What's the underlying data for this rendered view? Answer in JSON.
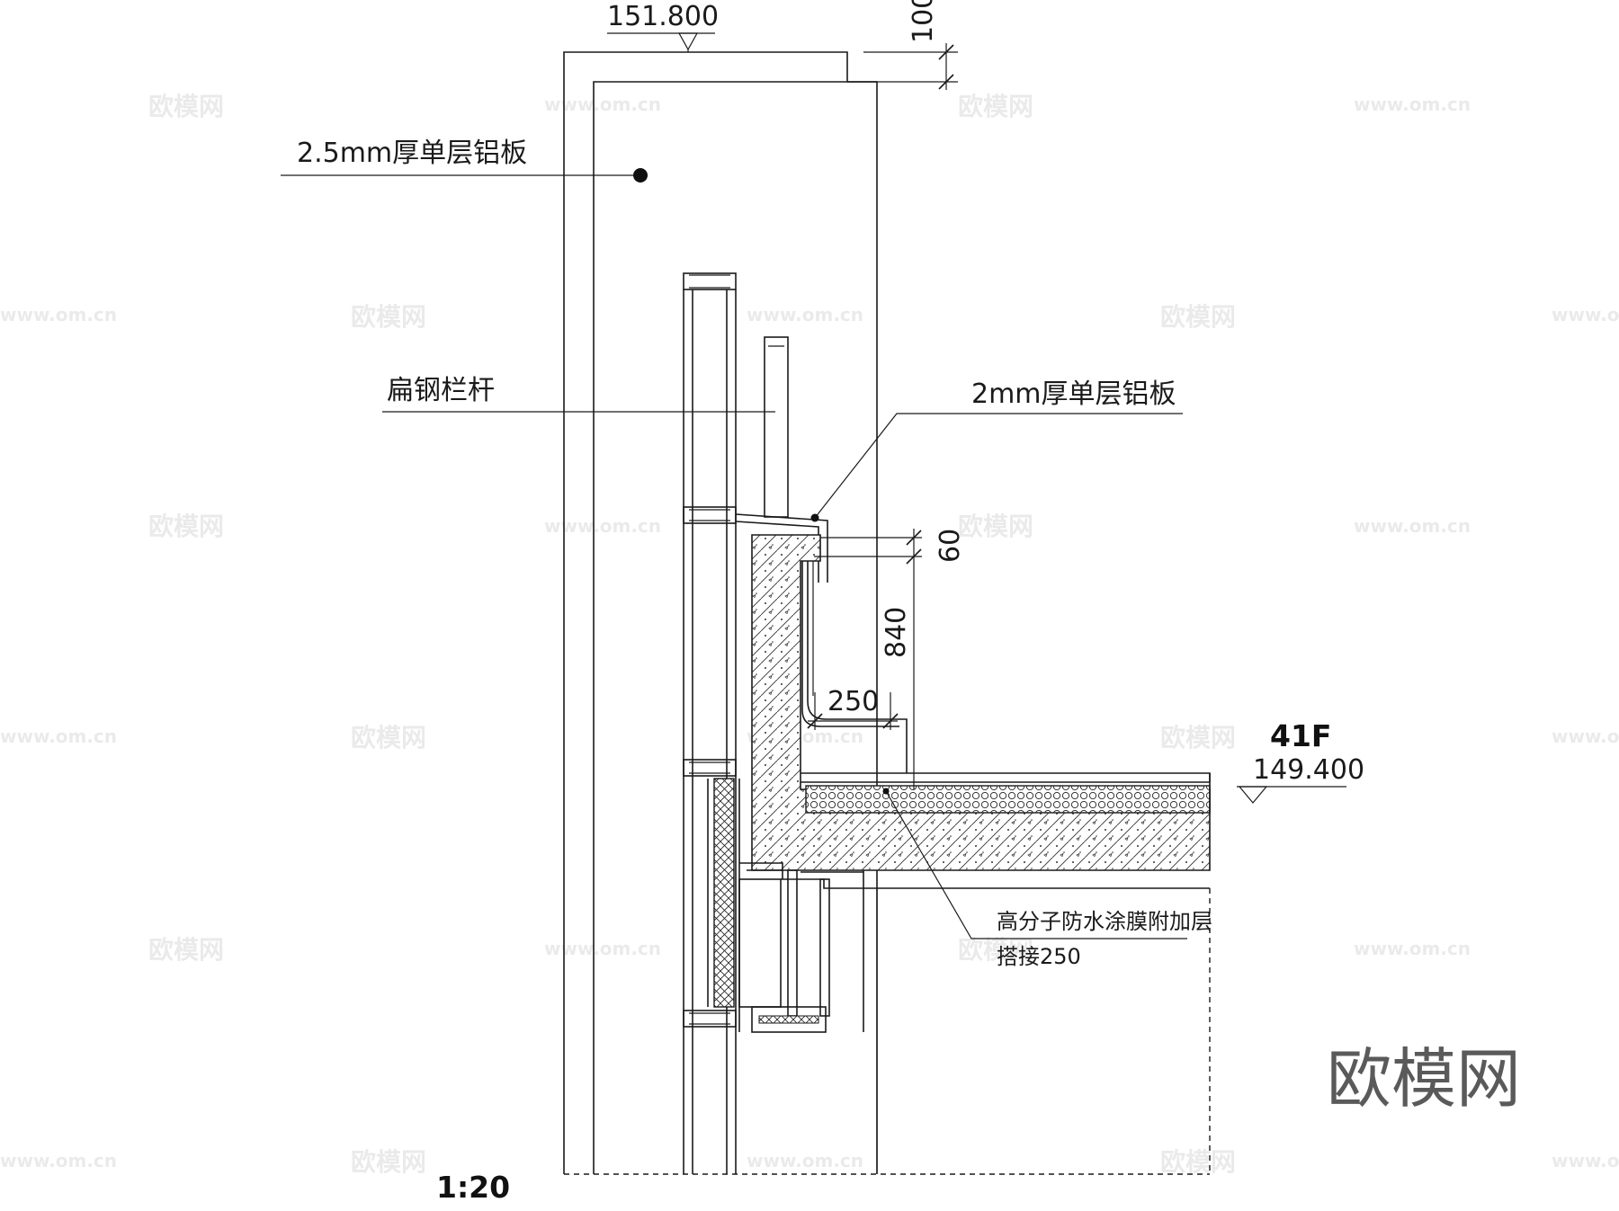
{
  "elevations": {
    "top": "151.800",
    "floor": "149.400"
  },
  "floor_label": "41F",
  "scale_label": "1:20",
  "dimensions": {
    "coping_height": "100",
    "sill_60": "60",
    "upturn_840": "840",
    "lap_250": "250"
  },
  "callouts": {
    "outer_panel": "2.5mm厚单层铝板",
    "railing": "扁钢栏杆",
    "inner_panel": "2mm厚单层铝板",
    "waterproof_line1": "高分子防水涂膜附加层",
    "waterproof_line2": "搭接250"
  },
  "watermark": {
    "brand": "欧模网",
    "url": "www.om.cn"
  }
}
